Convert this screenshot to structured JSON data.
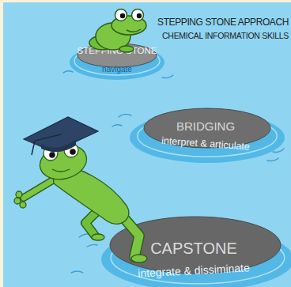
{
  "diagram": {
    "title": "STEPPING STONE APPROACH",
    "nodes": [
      {
        "text": [
          "STEPPING STONE",
          "navigate"
        ]
      },
      {
        "text": [
          "BRIDGING",
          "interpret & articulate"
        ]
      },
      {
        "text": [
          "CAPSTONE",
          "integrate & dissiminate"
        ]
      }
    ],
    "labels": [
      "CHEMICAL INFORMATION SKILLS"
    ]
  }
}
